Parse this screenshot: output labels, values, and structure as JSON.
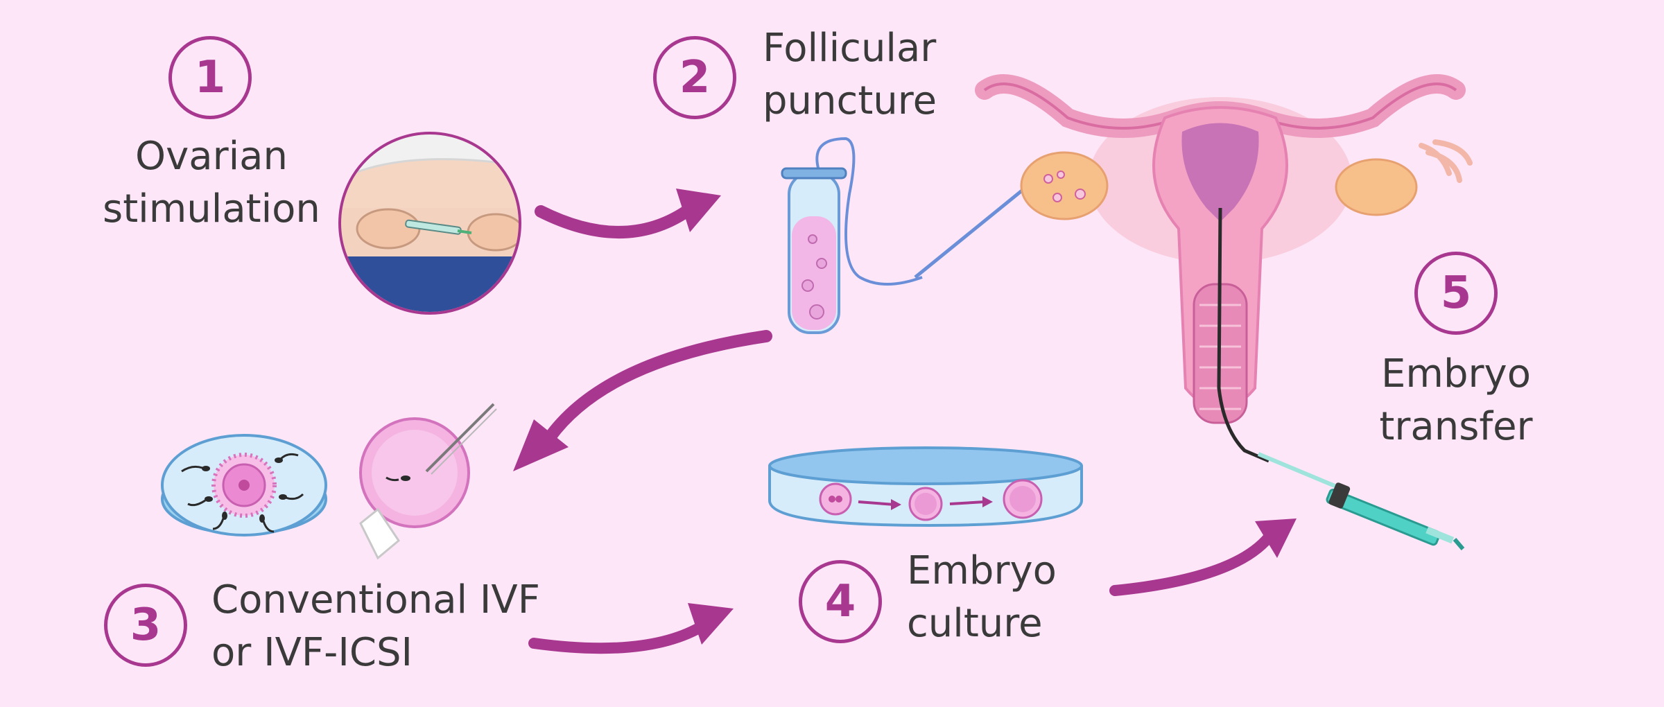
{
  "steps": [
    {
      "number": "1",
      "line1": "Ovarian",
      "line2": "stimulation"
    },
    {
      "number": "2",
      "line1": "Follicular",
      "line2": "puncture"
    },
    {
      "number": "3",
      "line1": "Conventional IVF",
      "line2": "or IVF-ICSI"
    },
    {
      "number": "4",
      "line1": "Embryo",
      "line2": "culture"
    },
    {
      "number": "5",
      "line1": "Embryo",
      "line2": "transfer"
    }
  ],
  "colors": {
    "background": "#fde6f7",
    "accent": "#a8388f",
    "text": "#3a3a3a",
    "uterus_pink": "#f4a3c5",
    "ovary_orange": "#f7c08a",
    "dish_blue": "#9dd2f0",
    "syringe_teal": "#4fd1c5"
  }
}
